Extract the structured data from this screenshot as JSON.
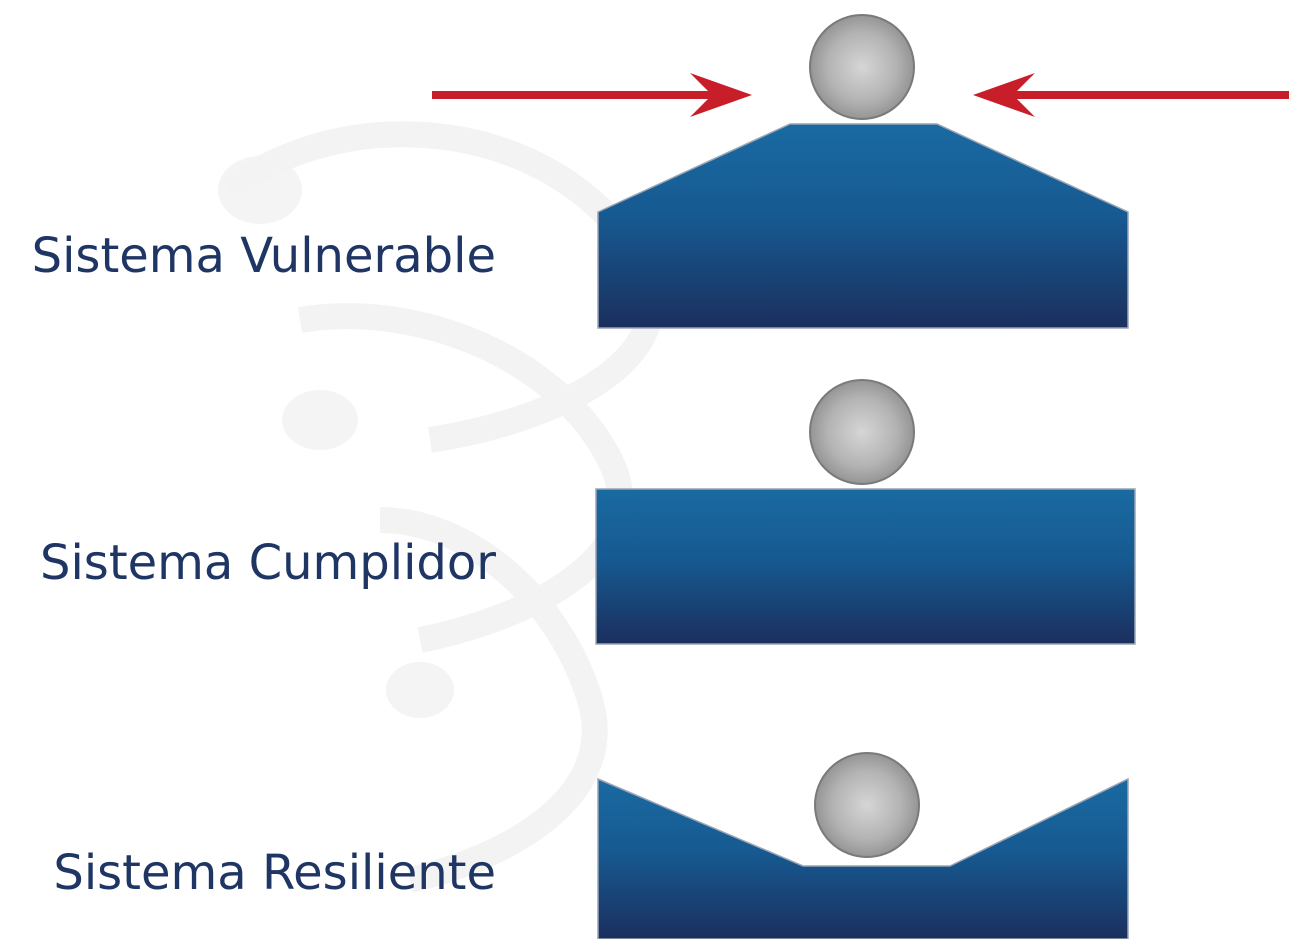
{
  "systems": [
    {
      "id": "vulnerable",
      "label": "Sistema Vulnerable"
    },
    {
      "id": "compliant",
      "label": "Sistema Cumplidor"
    },
    {
      "id": "resilient",
      "label": "Sistema Resiliente"
    }
  ],
  "colors": {
    "label_text": "#1f3563",
    "block_top": "#1a6aa2",
    "block_bottom": "#1b2f5e",
    "ball_light": "#d4d4d4",
    "ball_dark": "#8f8f8f",
    "arrow": "#c81e2a"
  },
  "icons": {
    "force_arrow_left": "arrow-right-icon",
    "force_arrow_right": "arrow-left-icon",
    "ball": "sphere-icon"
  }
}
